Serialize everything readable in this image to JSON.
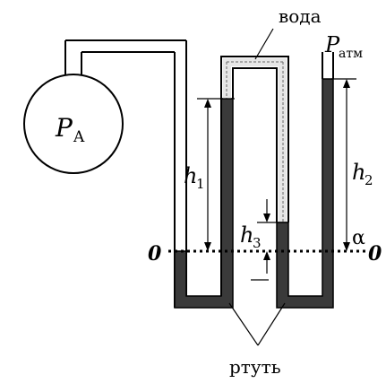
{
  "diagram": {
    "labels": {
      "water": "вода",
      "mercury": "ртуть",
      "p_atm_main": "P",
      "p_atm_sub": "атм",
      "p_a_main": "P",
      "p_a_sub": "A",
      "h1_main": "h",
      "h1_sub": "1",
      "h2_main": "h",
      "h2_sub": "2",
      "h3_main": "h",
      "h3_sub": "3",
      "zero_left": "0",
      "zero_right": "0",
      "alpha": "α"
    },
    "colors": {
      "line": "#000000",
      "mercury_fill": "#3a3a3a",
      "water_fill": "#e6e6e6",
      "background": "#ffffff"
    }
  }
}
